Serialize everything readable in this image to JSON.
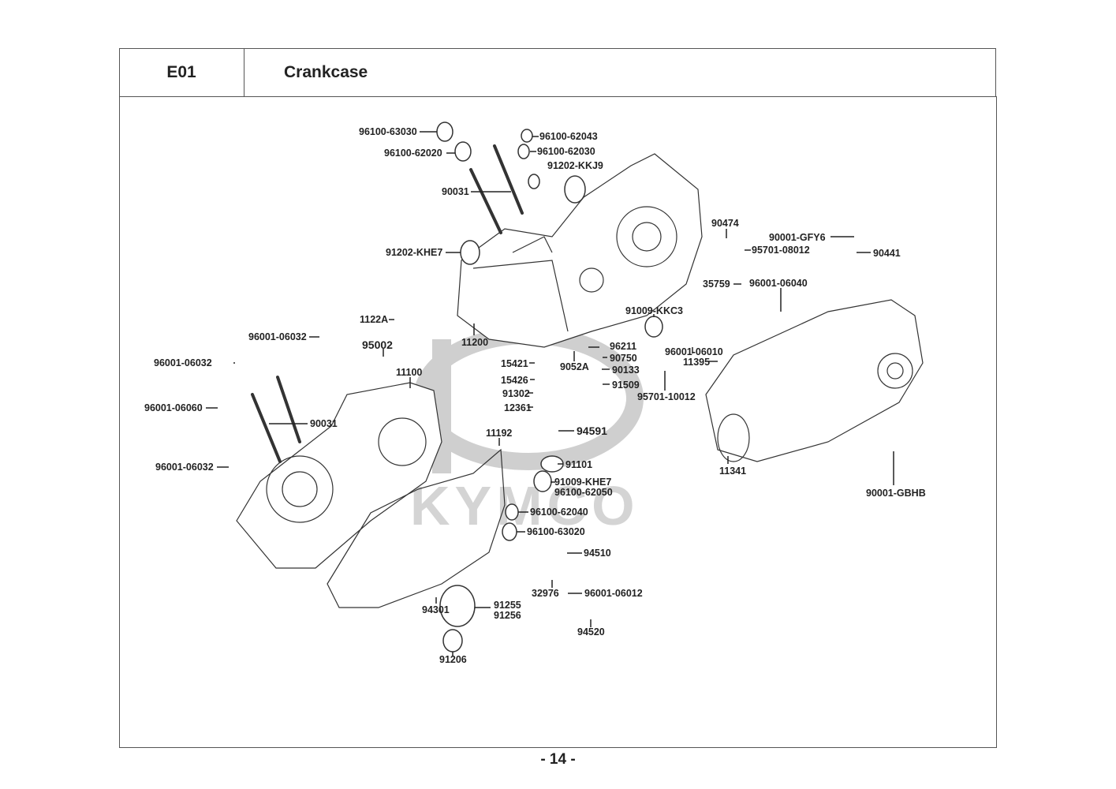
{
  "header": {
    "section_code": "E01",
    "title": "Crankcase"
  },
  "footer": {
    "page_number": "- 14 -"
  },
  "watermark": {
    "brand": "KYMCO"
  },
  "cover_logo_text": "KYMCO",
  "part_labels": [
    {
      "id": "96100-63030",
      "text": "96100-63030"
    },
    {
      "id": "96100-62020",
      "text": "96100-62020"
    },
    {
      "id": "96100-62043",
      "text": "96100-62043"
    },
    {
      "id": "96100-62030",
      "text": "96100-62030"
    },
    {
      "id": "91202-KKJ9",
      "text": "91202-KKJ9"
    },
    {
      "id": "90031-top",
      "text": "90031"
    },
    {
      "id": "91202-KHE7",
      "text": "91202-KHE7"
    },
    {
      "id": "90474",
      "text": "90474"
    },
    {
      "id": "90001-GFY6",
      "text": "90001-GFY6"
    },
    {
      "id": "95701-08012",
      "text": "95701-08012"
    },
    {
      "id": "90441",
      "text": "90441"
    },
    {
      "id": "35759",
      "text": "35759"
    },
    {
      "id": "96001-06040",
      "text": "96001-06040"
    },
    {
      "id": "91009-KKC3",
      "text": "91009-KKC3"
    },
    {
      "id": "1122A",
      "text": "1122A"
    },
    {
      "id": "96001-06032-a",
      "text": "96001-06032"
    },
    {
      "id": "95002",
      "text": "95002"
    },
    {
      "id": "11200",
      "text": "11200"
    },
    {
      "id": "96211",
      "text": "96211"
    },
    {
      "id": "90750",
      "text": "90750"
    },
    {
      "id": "90133",
      "text": "90133"
    },
    {
      "id": "91509",
      "text": "91509"
    },
    {
      "id": "9052A",
      "text": "9052A"
    },
    {
      "id": "96001-06010",
      "text": "96001-06010"
    },
    {
      "id": "11395",
      "text": "11395"
    },
    {
      "id": "96001-06032-b",
      "text": "96001-06032"
    },
    {
      "id": "11100",
      "text": "11100"
    },
    {
      "id": "15421",
      "text": "15421"
    },
    {
      "id": "15426",
      "text": "15426"
    },
    {
      "id": "91302",
      "text": "91302"
    },
    {
      "id": "12361",
      "text": "12361"
    },
    {
      "id": "95701-10012",
      "text": "95701-10012"
    },
    {
      "id": "96001-06060",
      "text": "96001-06060"
    },
    {
      "id": "90031-bottom",
      "text": "90031"
    },
    {
      "id": "94591",
      "text": "94591"
    },
    {
      "id": "11192",
      "text": "11192"
    },
    {
      "id": "96001-06032-c",
      "text": "96001-06032"
    },
    {
      "id": "91101",
      "text": "91101"
    },
    {
      "id": "91009-KHE7",
      "text": "91009-KHE7"
    },
    {
      "id": "96100-62050",
      "text": "96100-62050"
    },
    {
      "id": "11341",
      "text": "11341"
    },
    {
      "id": "90001-GBHB",
      "text": "90001-GBHB"
    },
    {
      "id": "96100-62040",
      "text": "96100-62040"
    },
    {
      "id": "96100-63020",
      "text": "96100-63020"
    },
    {
      "id": "94510",
      "text": "94510"
    },
    {
      "id": "32976",
      "text": "32976"
    },
    {
      "id": "96001-06012",
      "text": "96001-06012"
    },
    {
      "id": "94301",
      "text": "94301"
    },
    {
      "id": "91255",
      "text": "91255"
    },
    {
      "id": "91256",
      "text": "91256"
    },
    {
      "id": "94520",
      "text": "94520"
    },
    {
      "id": "91206",
      "text": "91206"
    }
  ]
}
